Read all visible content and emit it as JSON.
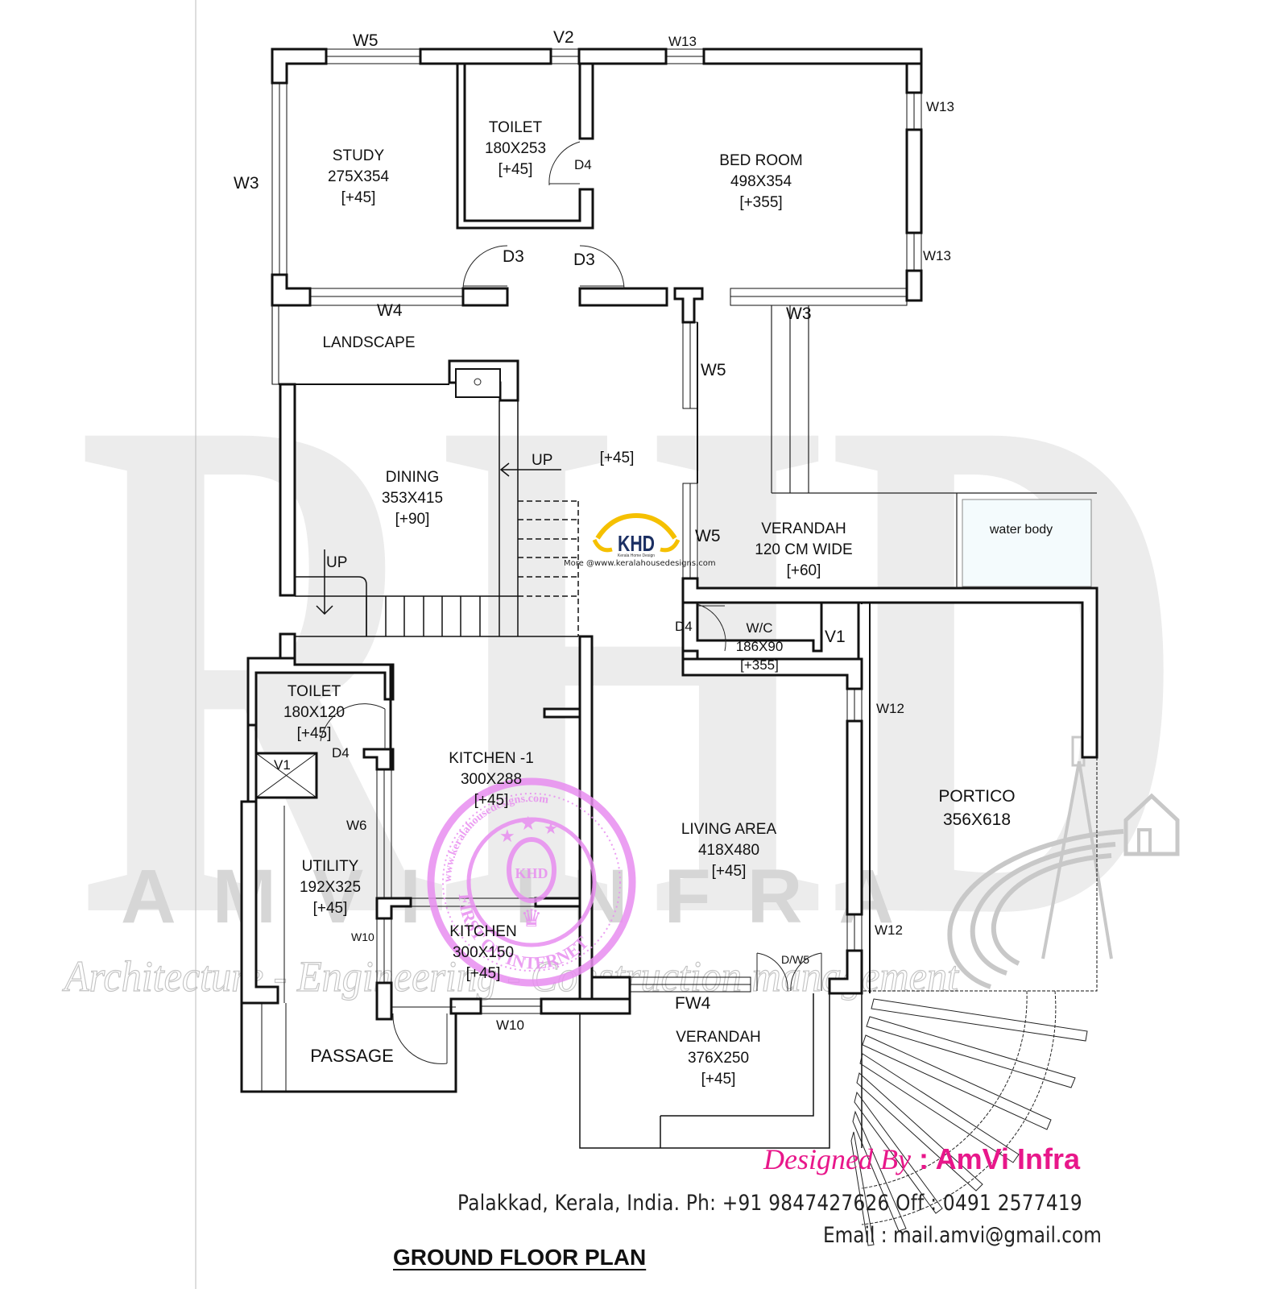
{
  "drawing": {
    "title": "GROUND FLOOR PLAN",
    "rooms": [
      {
        "id": "study",
        "name": "STUDY",
        "size": "275X354",
        "level": "[+45]"
      },
      {
        "id": "toilet-upper",
        "name": "TOILET",
        "size": "180X253",
        "level": "[+45]"
      },
      {
        "id": "bedroom",
        "name": "BED ROOM",
        "size": "498X354",
        "level": "[+355]"
      },
      {
        "id": "landscape",
        "name": "LANDSCAPE"
      },
      {
        "id": "dining",
        "name": "DINING",
        "size": "353X415",
        "level": "[+90]"
      },
      {
        "id": "stair-landing",
        "level": "[+45]"
      },
      {
        "id": "verandah-side",
        "name": "VERANDAH",
        "size": "120 CM WIDE",
        "level": "[+60]"
      },
      {
        "id": "water-body",
        "name": "water body"
      },
      {
        "id": "wc",
        "name": "W/C",
        "size": "186X90",
        "level": "[+355]"
      },
      {
        "id": "toilet-lower",
        "name": "TOILET",
        "size": "180X120",
        "level": "[+45]"
      },
      {
        "id": "kitchen-1",
        "name": "KITCHEN -1",
        "size": "300X288",
        "level": "[+45]"
      },
      {
        "id": "utility",
        "name": "UTILITY",
        "size": "192X325",
        "level": "[+45]"
      },
      {
        "id": "kitchen",
        "name": "KITCHEN",
        "size": "300X150",
        "level": "[+45]"
      },
      {
        "id": "living",
        "name": "LIVING AREA",
        "size": "418X480",
        "level": "[+45]"
      },
      {
        "id": "portico",
        "name": "PORTICO",
        "size": "356X618"
      },
      {
        "id": "verandah-front",
        "name": "VERANDAH",
        "size": "376X250",
        "level": "[+45]"
      },
      {
        "id": "passage",
        "name": "PASSAGE"
      }
    ],
    "openings": {
      "w5_top": "W5",
      "v2": "V2",
      "w13_top": "W13",
      "w13_right_1": "W13",
      "w13_right_2": "W13",
      "w3_left": "W3",
      "d4_upper": "D4",
      "d3_left": "D3",
      "d3_right": "D3",
      "w4": "W4",
      "w3_lower": "W3",
      "w5_upper": "W5",
      "w5_lower": "W5",
      "up_stair": "UP",
      "up_left": "UP",
      "d4_wc": "D4",
      "v1_wc": "V1",
      "d4_lower": "D4",
      "v1_lower": "V1",
      "w6": "W6",
      "w10_left": "W10",
      "w10_bottom": "W10",
      "w12_upper": "W12",
      "w12_lower": "W12",
      "dw5": "D/W5",
      "fw4": "FW4"
    }
  },
  "watermarks": {
    "big_letters": "RHD",
    "company": "AMVI INFRA",
    "tagline": "Architecture - Engineering - Construction management",
    "khd_logo": "KHD",
    "khd_sub": "Kerala Home Design",
    "khd_caption": "More @www.keralahousedesigns.com",
    "stamp_ring": "www.keralahousedesigns.com",
    "stamp_bottom": "FIRST ON INTERNET",
    "stamp_center": "KHD"
  },
  "credits": {
    "designed_by_label": "Designed By",
    "separator": " : ",
    "designer": "AmVi Infra",
    "address": "Palakkad, Kerala, India.  Ph: +91 9847427626 Off : 0491 2577419",
    "email": "Email : mail.amvi@gmail.com"
  },
  "colors": {
    "line": "#111111",
    "brand_pink": "#e8178a",
    "stamp": "#e88ef0",
    "khd_gold": "#f5c000",
    "khd_navy": "#1b2f63",
    "watermark": "#e6e6e6"
  }
}
